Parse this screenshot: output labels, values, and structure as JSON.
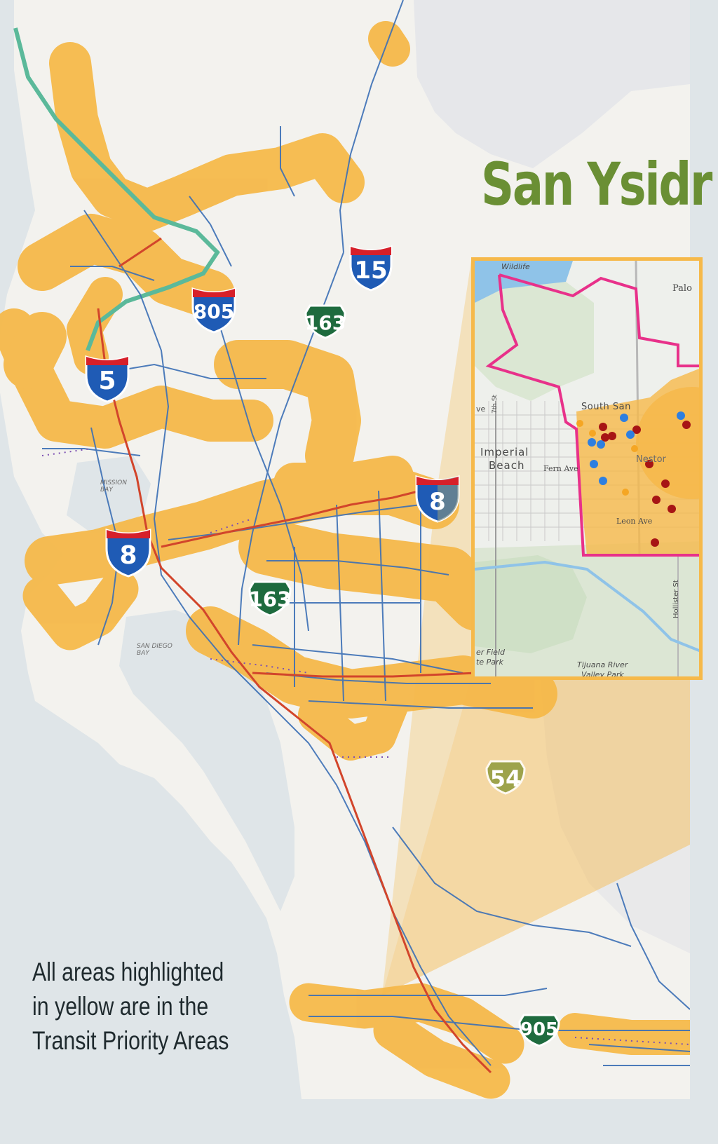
{
  "title": "San Ysidr",
  "caption": {
    "line1": "All areas highlighted",
    "line2": "in yellow are in the",
    "line3": "Transit Priority Areas"
  },
  "colors": {
    "highlight": "#f6b94a",
    "transit_line": "#3b6fb5",
    "trolley": "#d2452b",
    "coaster": "#5bb99a",
    "interstate_blue": "#1f5bb5",
    "interstate_red": "#d6202a",
    "state_route": "#1e6b3e",
    "title_green": "#6a8f34",
    "boundary_pink": "#e8318a"
  },
  "map_labels": {
    "mission_bay": "MISSION\nBAY",
    "san_diego_bay": "SAN DIEGO\nBAY"
  },
  "shields": {
    "i15": "15",
    "i805": "805",
    "i5": "5",
    "i8_west": "8",
    "i8_east": "8",
    "sr163_north": "163",
    "sr163_south": "163",
    "sr54": "54",
    "sr905": "905"
  },
  "inset": {
    "labels": {
      "wildlife": "Wildlife",
      "palo": "Palo",
      "south_san": "South San",
      "imperial": "Imperial",
      "beach": "Beach",
      "fern_ave": "Fern Ave",
      "nestor": "Nestor",
      "leon_ave": "Leon Ave",
      "seventh_st": "7th St",
      "hollister_st": "Hollister St",
      "field": "er Field",
      "te_park": "te Park",
      "tijuana_river": "Tijuana River",
      "valley_park": "Valley Park",
      "ve": "ve"
    }
  }
}
